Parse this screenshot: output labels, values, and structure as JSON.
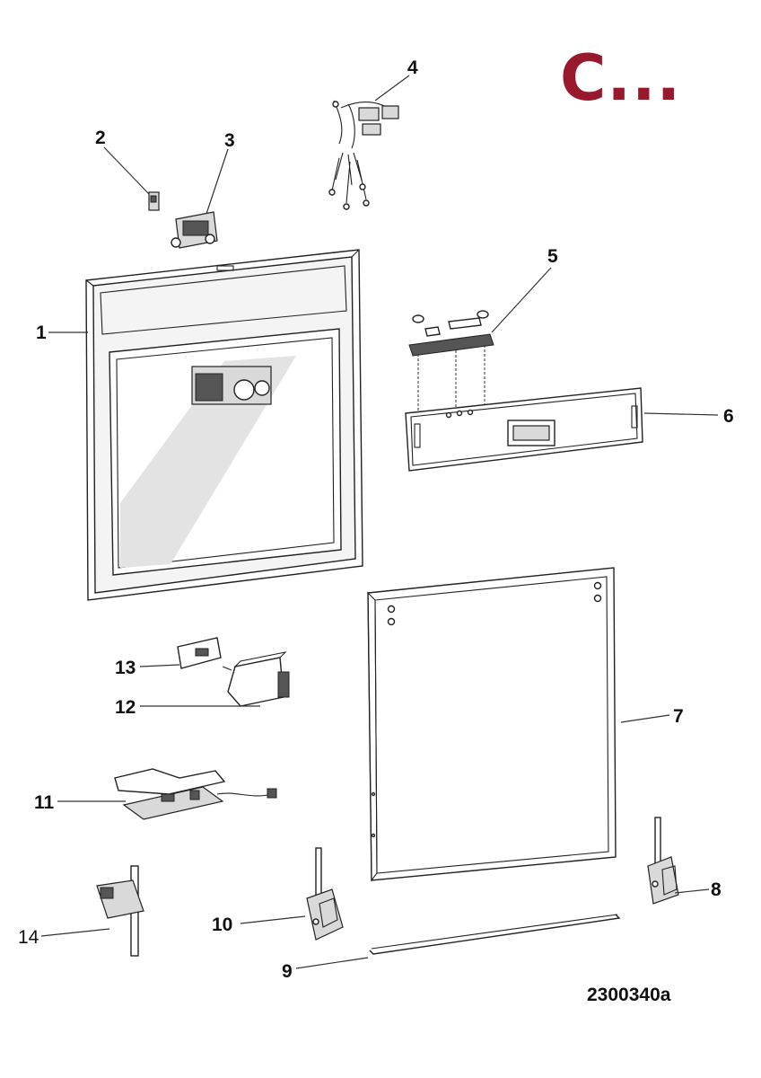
{
  "section_letter": "C...",
  "drawing_code": "2300340a",
  "colors": {
    "section_letter": "#98182c",
    "line": "#222222",
    "background": "#ffffff"
  },
  "callouts": {
    "c1": "1",
    "c2": "2",
    "c3": "3",
    "c4": "4",
    "c5": "5",
    "c6": "6",
    "c7": "7",
    "c8": "8",
    "c9": "9",
    "c10": "10",
    "c11": "11",
    "c12": "12",
    "c13": "13",
    "c14": "14"
  }
}
